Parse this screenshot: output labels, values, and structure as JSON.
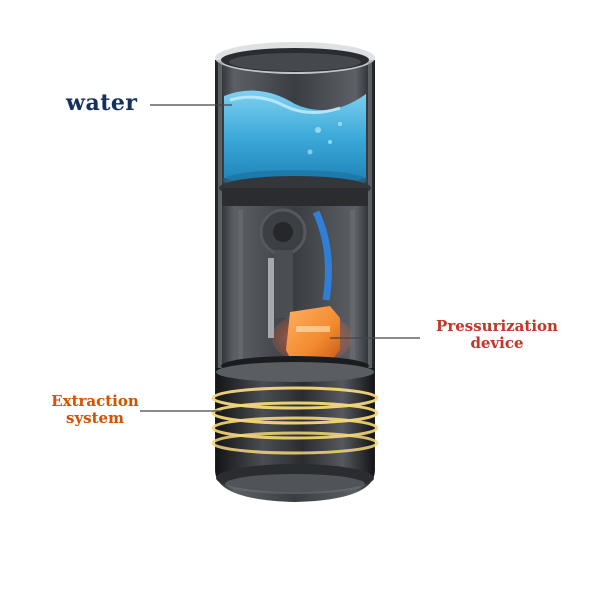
{
  "labels": {
    "water": "water",
    "pressurization": [
      "Pressurization",
      "device"
    ],
    "extraction": [
      "Extraction",
      "system"
    ]
  },
  "colors": {
    "water_label": "#13305f",
    "pressurization_label": "#c0392b",
    "extraction_label": "#d35400",
    "water_fill": "#3aa8d8",
    "water_highlight": "#8fd6f2",
    "body_dark": "#2a2c30",
    "body_mid": "#4a4d52",
    "glass_edge": "#c9ccd0",
    "heater": "#f28b30",
    "coil_glow": "#f5d77a",
    "tube_blue": "#2f7fd6",
    "leader_line": "#555555"
  }
}
